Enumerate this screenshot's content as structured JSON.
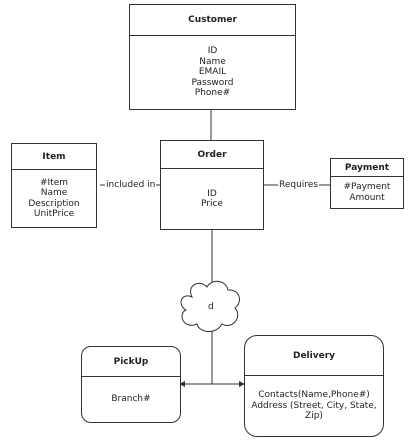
{
  "entities": {
    "customer": {
      "title": "Customer",
      "attributes": [
        "ID",
        "Name",
        "EMAIL",
        "Password",
        "Phone#"
      ]
    },
    "item": {
      "title": "Item",
      "attributes": [
        "#Item",
        "Name",
        "Description",
        "UnitPrice"
      ]
    },
    "order": {
      "title": "Order",
      "attributes": [
        "ID",
        "Price"
      ]
    },
    "payment": {
      "title": "Payment",
      "attributes": [
        "#Payment",
        "Amount"
      ]
    },
    "pickup": {
      "title": "PickUp",
      "attributes": [
        "Branch#"
      ]
    },
    "delivery": {
      "title": "Delivery",
      "attributes": [
        "Contacts(Name,Phone#)",
        "Address (Street, City, State,",
        "Zip)"
      ]
    }
  },
  "relations": {
    "included_in": "included in",
    "requires": "Requires"
  },
  "specialization": {
    "label": "d"
  }
}
